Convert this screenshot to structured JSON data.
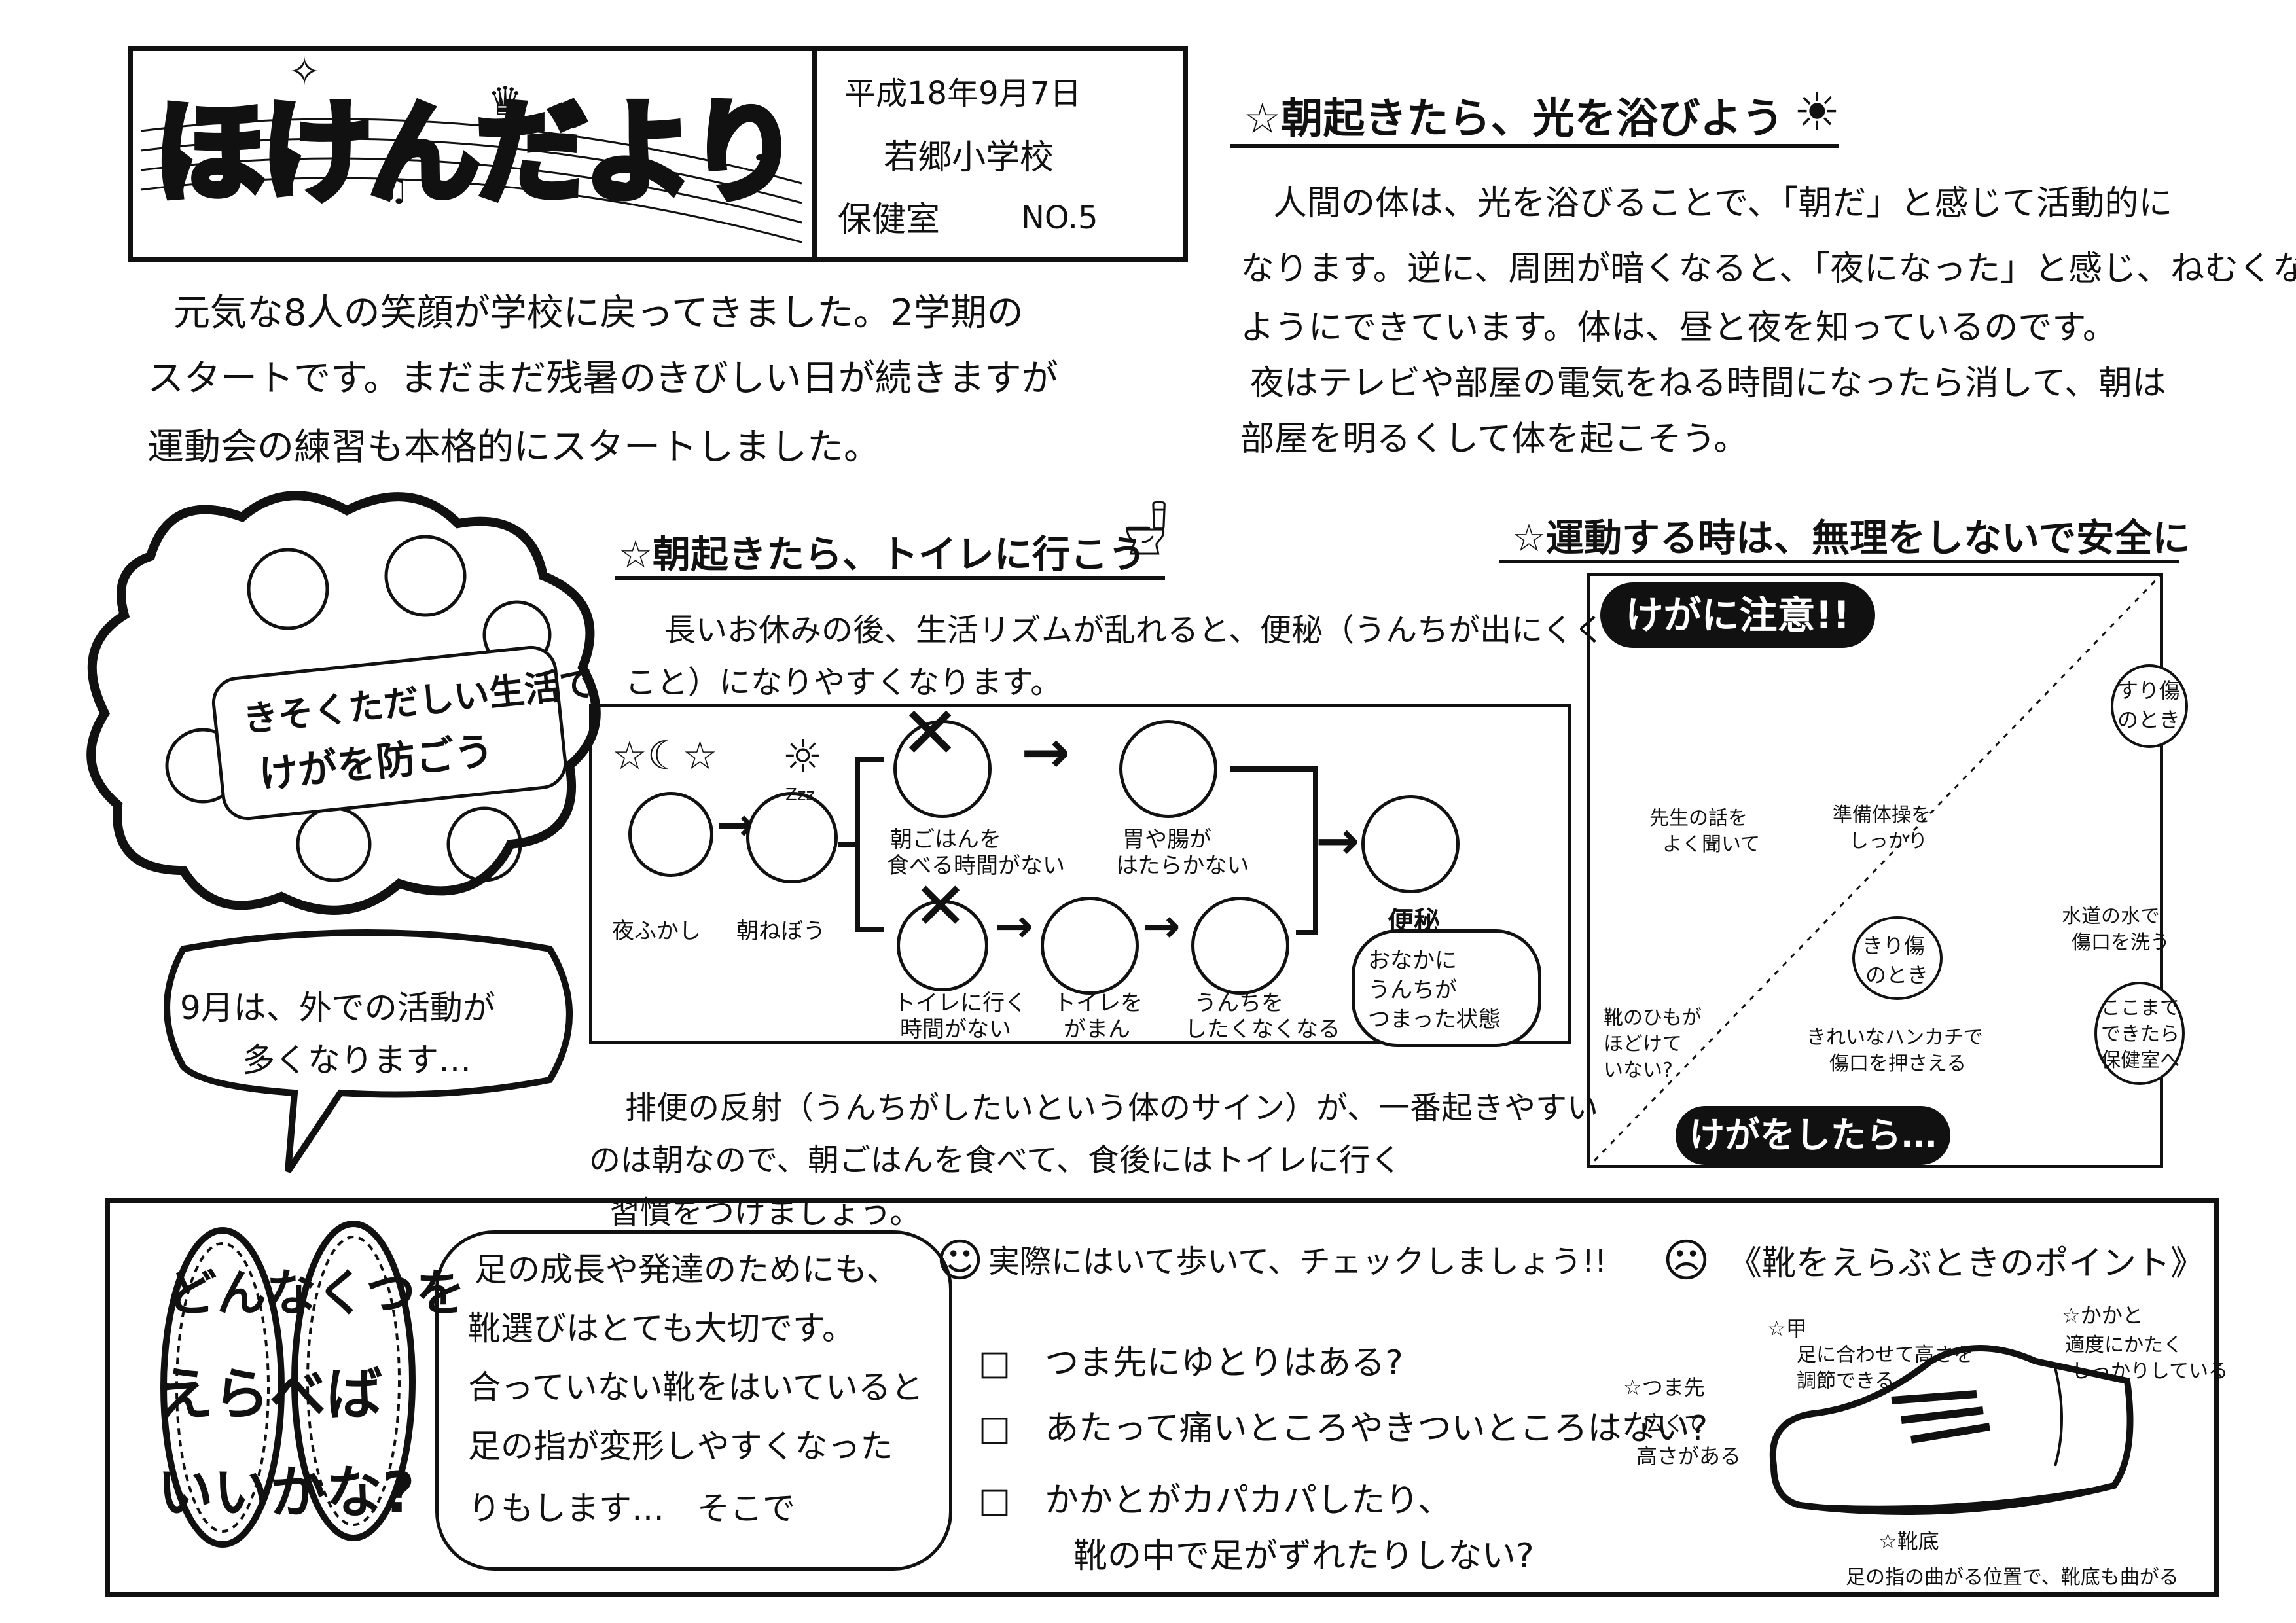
{
  "header": {
    "title": "ほけんだより",
    "date": "平成18年9月7日",
    "school": "若郷小学校",
    "office": "保健室",
    "number": "NO.5"
  },
  "intro": {
    "lines": [
      "元気な8人の笑顔が学校に戻ってきました。2学期の",
      "スタートです。まだまだ残暑のきびしい日が続きますが",
      "運動会の練習も本格的にスタートしました。"
    ]
  },
  "light_section": {
    "title": "☆朝起きたら、光を浴びよう",
    "lines": [
      "人間の体は、光を浴びることで、「朝だ」と感じて活動的に",
      "なります。逆に、周囲が暗くなると、「夜になった」と感じ、ねむくなる",
      "ようにできています。体は、昼と夜を知っているのです。",
      "夜はテレビや部屋の電気をねる時間になったら消して、朝は",
      "部屋を明るくして体を起こそう。"
    ]
  },
  "lifestyle_badge": {
    "line1": "きそくただしい生活で",
    "line2": "けがを防ごう"
  },
  "speech_bubble": {
    "line1": "9月は、外での活動が",
    "line2": "多くなります…"
  },
  "toilet_section": {
    "title": "☆朝起きたら、トイレに行こう",
    "lines": [
      "長いお休みの後、生活リズムが乱れると、便秘（うんちが出にくくなる",
      "こと）になりやすくなります。"
    ],
    "flow": {
      "night": "夜ふかし",
      "sleep": "朝ねぼう",
      "sleep_sound": "Zzz",
      "no_breakfast_line1": "朝ごはんを",
      "no_breakfast_line2": "食べる時間がない",
      "stomach_line1": "胃や腸が",
      "stomach_line2": "はたらかない",
      "no_toilet_line1": "トイレに行く",
      "no_toilet_line2": "時間がない",
      "hold_line1": "トイレを",
      "hold_line2": "がまん",
      "no_urge_line1": "うんちを",
      "no_urge_line2": "したくなくなる",
      "constipation": "便秘",
      "state_line1": "おなかに",
      "state_line2": "うんちが",
      "state_line3": "つまった状態"
    },
    "footer_lines": [
      "排便の反射（うんちがしたいという体のサイン）が、一番起きやすい",
      "のは朝なので、朝ごはんを食べて、食後にはトイレに行く",
      "習慣をつけましょう。"
    ]
  },
  "exercise_section": {
    "title": "☆運動する時は、無理をしないで安全に",
    "caution_badge": "けがに注意!!",
    "after_badge": "けがをしたら…",
    "labels": {
      "teacher_line1": "先生の話を",
      "teacher_line2": "よく聞いて",
      "warmup_line1": "準備体操を",
      "warmup_line2": "しっかり",
      "shoelace_line1": "靴のひもが",
      "shoelace_line2": "ほどけて",
      "shoelace_line3": "いない?",
      "scrape_line1": "すり傷",
      "scrape_line2": "のとき",
      "wash_line1": "水道の水で",
      "wash_line2": "傷口を洗う",
      "cut_line1": "きり傷",
      "cut_line2": "のとき",
      "press_line1": "きれいなハンカチで",
      "press_line2": "傷口を押さえる",
      "go_line1": "ここまで",
      "go_line2": "できたら",
      "go_line3": "保健室へ"
    }
  },
  "shoes_section": {
    "big_lines": [
      "どんなくつを",
      "えらべば",
      "いいかな?"
    ],
    "intro_lines": [
      "足の成長や発達のためにも、",
      "靴選びはとても大切です。",
      "合っていない靴をはいていると",
      "足の指が変形しやすくなった",
      "りもします…　そこで"
    ],
    "check_title": "実際にはいて歩いて、チェックしましょう!!",
    "checks": [
      "□　つま先にゆとりはある?",
      "□　あたって痛いところやきついところはない?",
      "□　かかとがカパカパしたり、",
      "靴の中で足がずれたりしない?"
    ],
    "points_title": "《靴をえらぶときのポイント》",
    "points": {
      "heel_line1": "☆かかと",
      "heel_line2": "適度にかたく",
      "heel_line3": "しっかりしている",
      "instep_line1": "☆甲",
      "instep_line2": "足に合わせて高さを",
      "instep_line3": "調節できる",
      "toe_line1": "☆つま先",
      "toe_line2": "広くて",
      "toe_line3": "高さがある",
      "sole_line1": "☆靴底",
      "sole_line2": "足の指の曲がる位置で、靴底も曲がる"
    }
  }
}
